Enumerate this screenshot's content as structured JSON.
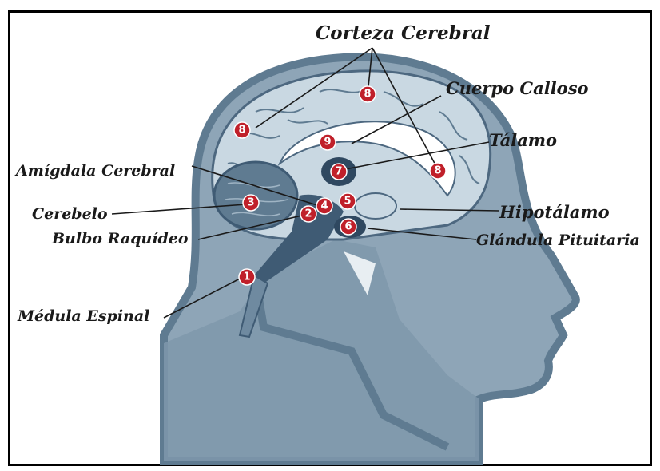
{
  "labels": {
    "corteza": "Corteza Cerebral",
    "cuerpo_calloso": "Cuerpo Calloso",
    "talamo": "Tálamo",
    "amigdala": "Amígdala Cerebral",
    "cerebelo": "Cerebelo",
    "bulbo": "Bulbo Raquídeo",
    "hipotalamo": "Hipotálamo",
    "pituitaria": "Glándula Pituitaria",
    "medula": "Médula Espinal"
  },
  "markers": {
    "m1": "1",
    "m2": "2",
    "m3": "3",
    "m4": "4",
    "m5": "5",
    "m6": "6",
    "m7": "7",
    "m8a": "8",
    "m8b": "8",
    "m8c": "8",
    "m9": "9"
  },
  "colors": {
    "head_fill": "#8ea5b7",
    "head_outline": "#6f8aa0",
    "brain_fill": "#c9d8e2",
    "brain_dark": "#3f5b74",
    "marker_red": "#c0202a"
  }
}
